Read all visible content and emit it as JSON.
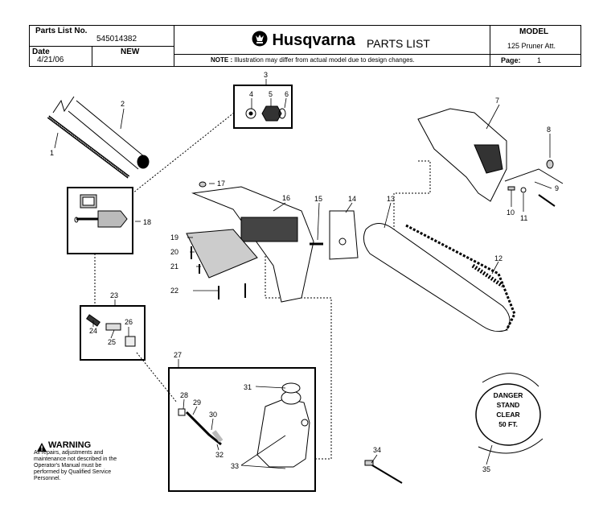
{
  "header": {
    "parts_list_no_label": "Parts List No.",
    "parts_list_no_value": "545014382",
    "date_label": "Date",
    "date_value": "4/21/06",
    "new_label": "NEW",
    "brand": "Husqvarna",
    "title": "PARTS LIST",
    "note_label": "NOTE :",
    "note_text": "Illustration may differ from actual model due to design changes.",
    "model_label": "MODEL",
    "model_value": "125 Pruner Att.",
    "page_label": "Page:",
    "page_value": "1"
  },
  "callouts": [
    "1",
    "2",
    "3",
    "4",
    "5",
    "6",
    "7",
    "8",
    "9",
    "10",
    "11",
    "12",
    "13",
    "14",
    "15",
    "16",
    "17",
    "18",
    "19",
    "20",
    "21",
    "22",
    "23",
    "24",
    "25",
    "26",
    "27",
    "28",
    "29",
    "30",
    "31",
    "32",
    "33",
    "34",
    "35"
  ],
  "danger_sign": [
    "DANGER",
    "STAND",
    "CLEAR",
    "50 FT."
  ],
  "warning": {
    "title": "WARNING",
    "text": "All repairs, adjustments and maintenance not described in the Operator's Manual must be performed by Qualified Service Personnel."
  }
}
